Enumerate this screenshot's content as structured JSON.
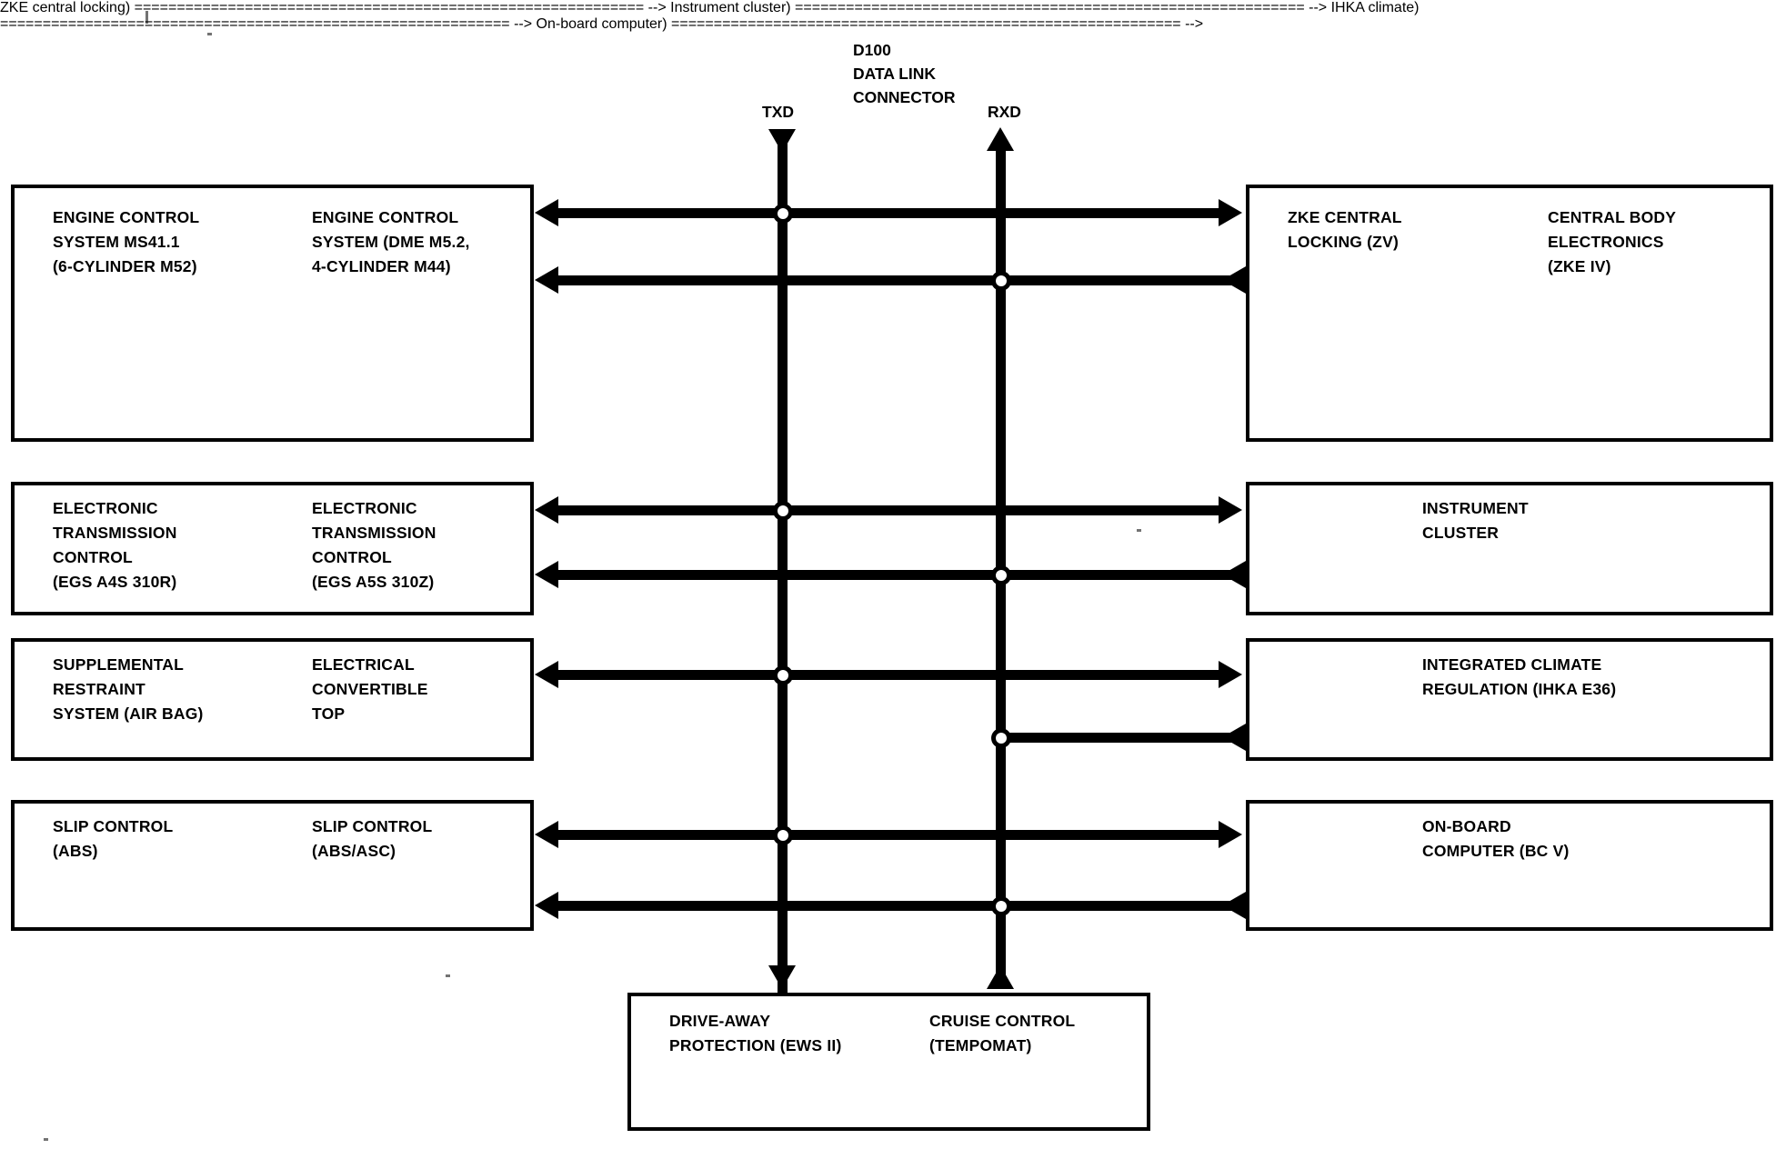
{
  "diagram": {
    "title_block": {
      "id": "D100",
      "line2": "DATA LINK",
      "line3": "CONNECTOR",
      "full": "D100\nDATA LINK\nCONNECTOR"
    },
    "bus_labels": {
      "txd": "TXD",
      "rxd": "RXD"
    },
    "left_modules": [
      {
        "col1": "ENGINE CONTROL\nSYSTEM MS41.1\n(6-CYLINDER M52)",
        "col2": "ENGINE CONTROL\nSYSTEM (DME M5.2,\n4-CYLINDER M44)"
      },
      {
        "col1": "ELECTRONIC\nTRANSMISSION\nCONTROL\n(EGS A4S 310R)",
        "col2": "ELECTRONIC\nTRANSMISSION\nCONTROL\n(EGS A5S 310Z)"
      },
      {
        "col1": "SUPPLEMENTAL\nRESTRAINT\nSYSTEM (AIR BAG)",
        "col2": "ELECTRICAL\nCONVERTIBLE\nTOP"
      },
      {
        "col1": "SLIP CONTROL\n(ABS)",
        "col2": "SLIP CONTROL\n(ABS/ASC)"
      }
    ],
    "right_modules": [
      {
        "col1": "ZKE CENTRAL\nLOCKING (ZV)",
        "col2": "CENTRAL BODY\nELECTRONICS\n(ZKE IV)"
      },
      {
        "col1": "INSTRUMENT\nCLUSTER",
        "col2": ""
      },
      {
        "col1": "INTEGRATED CLIMATE\nREGULATION (IHKA E36)",
        "col2": ""
      },
      {
        "col1": "ON-BOARD\nCOMPUTER (BC V)",
        "col2": ""
      }
    ],
    "bottom_module": {
      "col1": "DRIVE-AWAY\nPROTECTION (EWS II)",
      "col2": "CRUISE CONTROL\n(TEMPOMAT)"
    },
    "colors": {
      "ink": "#000000",
      "paper": "#ffffff"
    }
  }
}
